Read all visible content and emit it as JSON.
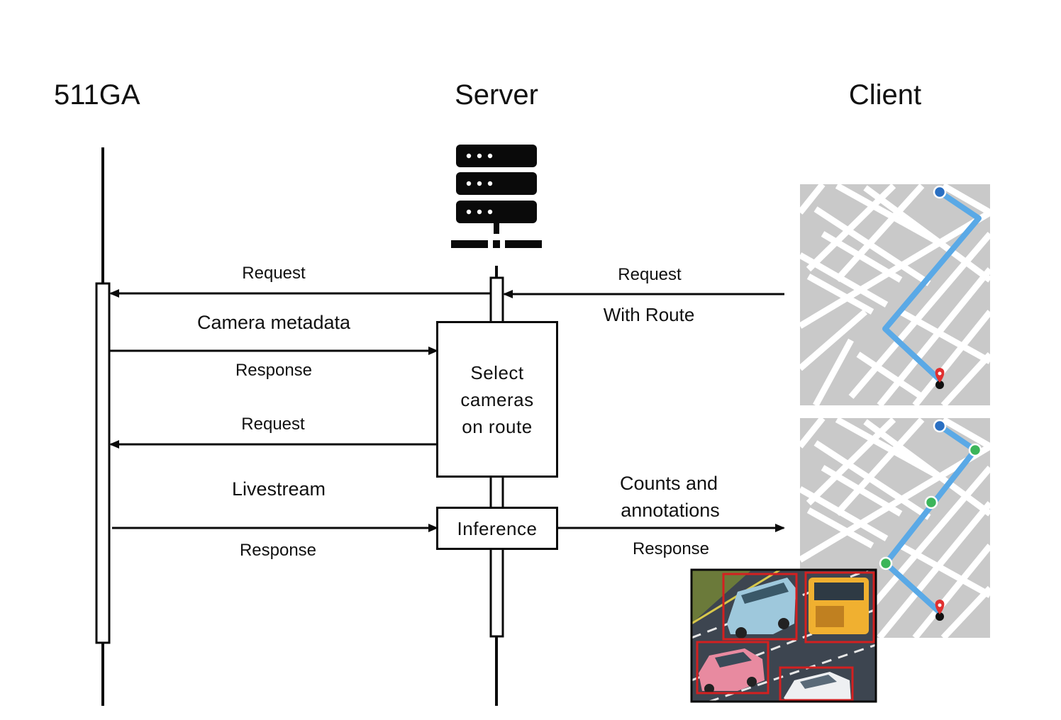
{
  "lanes": {
    "left": "511GA",
    "middle": "Server",
    "right": "Client"
  },
  "messages": {
    "request_to_511": "Request",
    "camera_metadata": "Camera metadata",
    "response_metadata": "Response",
    "request_livestream": "Request",
    "livestream": "Livestream",
    "response_livestream": "Response",
    "client_request": "Request",
    "with_route": "With Route",
    "counts_line1": "Counts and",
    "counts_line2": "annotations",
    "client_response": "Response"
  },
  "boxes": {
    "select_line1": "Select",
    "select_line2": "cameras",
    "select_line3": "on route",
    "inference": "Inference"
  },
  "icons": [
    "server-rack-icon",
    "route-map",
    "annotated-traffic-image"
  ],
  "colors": {
    "route": "#5aa9e6",
    "map_bg": "#c9c9c9",
    "start_pin": "#2a6fc2",
    "camera_pin": "#3cb55a",
    "end_pin": "#e03030",
    "bbox": "#d42020"
  }
}
